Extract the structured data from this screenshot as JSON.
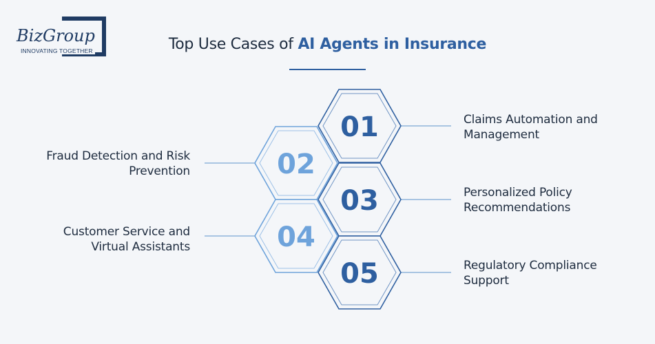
{
  "logo": {
    "text": "BizGroup",
    "tagline": "INNOVATING TOGETHER"
  },
  "title": {
    "prefix": "Top Use Cases of ",
    "highlight": "AI Agents in Insurance"
  },
  "colors": {
    "dark_blue": "#2e5fa0",
    "light_blue": "#6ea3db",
    "text": "#1d2b3e",
    "line": "#7ba6d4"
  },
  "items": [
    {
      "number": "01",
      "label_line1": "Claims Automation and",
      "label_line2": "Management"
    },
    {
      "number": "02",
      "label_line1": "Fraud Detection and Risk",
      "label_line2": "Prevention"
    },
    {
      "number": "03",
      "label_line1": "Personalized Policy",
      "label_line2": "Recommendations"
    },
    {
      "number": "04",
      "label_line1": "Customer Service and",
      "label_line2": "Virtual Assistants"
    },
    {
      "number": "05",
      "label_line1": "Regulatory Compliance",
      "label_line2": "Support"
    }
  ]
}
